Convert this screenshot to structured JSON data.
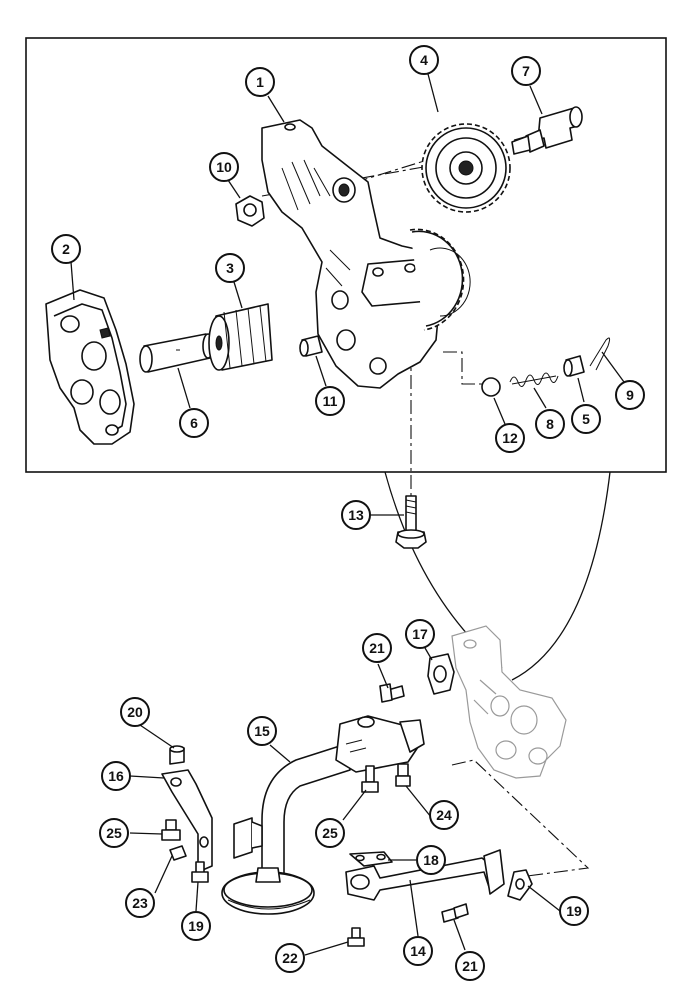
{
  "callouts": [
    {
      "id": "c1",
      "label": "1"
    },
    {
      "id": "c2",
      "label": "2"
    },
    {
      "id": "c3",
      "label": "3"
    },
    {
      "id": "c4",
      "label": "4"
    },
    {
      "id": "c5",
      "label": "5"
    },
    {
      "id": "c6",
      "label": "6"
    },
    {
      "id": "c7",
      "label": "7"
    },
    {
      "id": "c8",
      "label": "8"
    },
    {
      "id": "c9",
      "label": "9"
    },
    {
      "id": "c10",
      "label": "10"
    },
    {
      "id": "c11",
      "label": "11"
    },
    {
      "id": "c12",
      "label": "12"
    },
    {
      "id": "c13",
      "label": "13"
    },
    {
      "id": "c14",
      "label": "14"
    },
    {
      "id": "c15",
      "label": "15"
    },
    {
      "id": "c16",
      "label": "16"
    },
    {
      "id": "c17",
      "label": "17"
    },
    {
      "id": "c18",
      "label": "18"
    },
    {
      "id": "c19a",
      "label": "19"
    },
    {
      "id": "c19b",
      "label": "19"
    },
    {
      "id": "c20",
      "label": "20"
    },
    {
      "id": "c21a",
      "label": "21"
    },
    {
      "id": "c21b",
      "label": "21"
    },
    {
      "id": "c22",
      "label": "22"
    },
    {
      "id": "c23",
      "label": "23"
    },
    {
      "id": "c24",
      "label": "24"
    },
    {
      "id": "c25a",
      "label": "25"
    },
    {
      "id": "c25b",
      "label": "25"
    }
  ]
}
